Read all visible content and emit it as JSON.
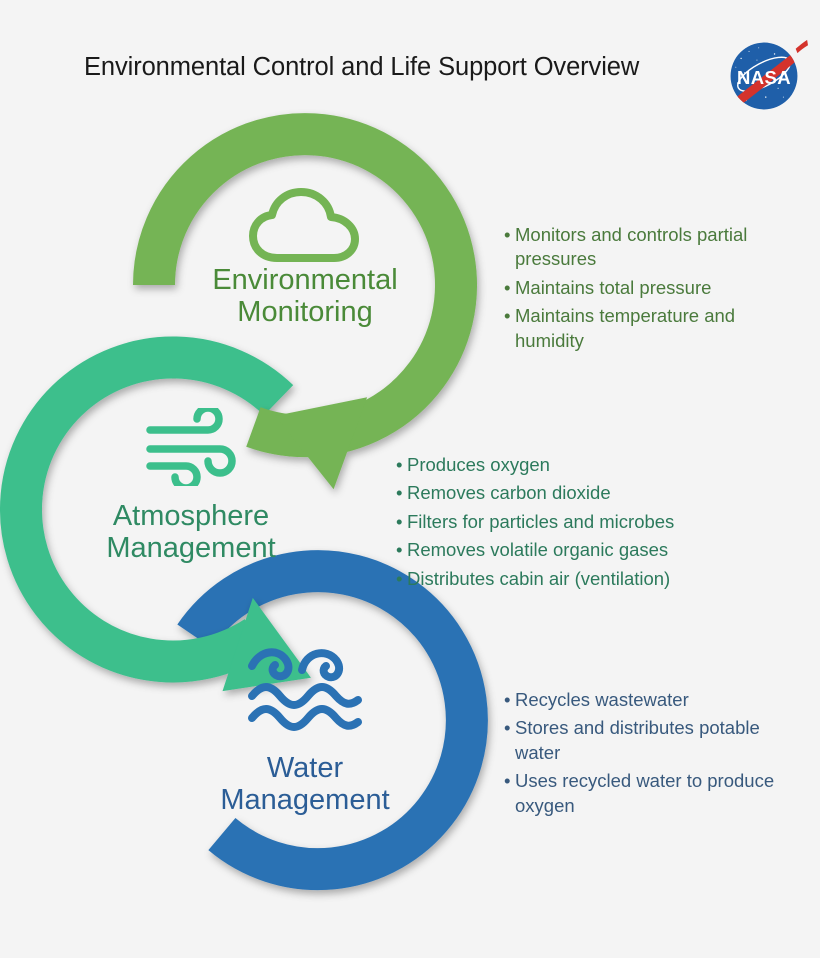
{
  "page": {
    "title": "Environmental Control and Life Support Overview",
    "background_color": "#f4f4f4"
  },
  "logo": {
    "name": "nasa-meatball-logo",
    "text": "NASA",
    "circle_color": "#1f5fa9",
    "swoosh_color": "#d4332c",
    "text_color": "#ffffff"
  },
  "nodes": [
    {
      "id": "environmental-monitoring",
      "label": "Environmental\nMonitoring",
      "icon": "cloud-icon",
      "ring_color": "#74b454",
      "label_color": "#4a8a38",
      "bullet_color": "#4a7a3c",
      "bullets": [
        "Monitors and controls partial pressures",
        "Maintains total pressure",
        "Maintains temperature and humidity"
      ]
    },
    {
      "id": "atmosphere-management",
      "label": "Atmosphere\nManagement",
      "icon": "wind-icon",
      "ring_color": "#3cbf8c",
      "label_color": "#2f8a63",
      "bullet_color": "#2c7a5c",
      "bullets": [
        "Produces oxygen",
        "Removes carbon dioxide",
        "Filters for particles and microbes",
        "Removes volatile organic gases",
        "Distributes cabin air (ventilation)"
      ]
    },
    {
      "id": "water-management",
      "label": "Water\nManagement",
      "icon": "water-waves-icon",
      "ring_color": "#2b72b4",
      "label_color": "#2b5d96",
      "bullet_color": "#38597d",
      "bullets": [
        "Recycles wastewater",
        "Stores and distributes potable water",
        "Uses recycled water to produce oxygen"
      ]
    }
  ]
}
